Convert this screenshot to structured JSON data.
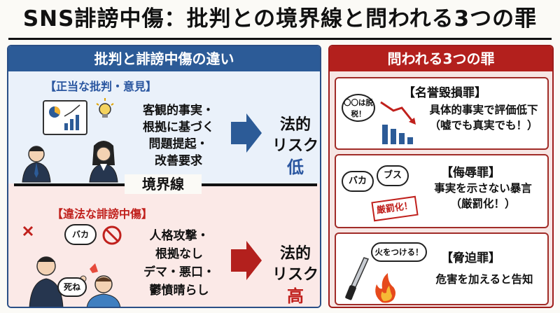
{
  "title": "SNS誹謗中傷：批判との境界線と問われる3つの罪",
  "left": {
    "header": "批判と誹謗中傷の違い",
    "upper": {
      "label": "【正当な批判・意見】",
      "items": [
        "客観的事実・",
        "根拠に基づく",
        "問題提起・",
        "改善要求"
      ],
      "risk_line1": "法的",
      "risk_line2": "リスク",
      "risk_level": "低"
    },
    "boundary": "境界線",
    "lower": {
      "label": "【違法な誹謗中傷】",
      "items": [
        "人格攻撃・",
        "根拠なし",
        "デマ・悪口・",
        "鬱憤晴らし"
      ],
      "risk_line1": "法的",
      "risk_line2": "リスク",
      "risk_level": "高",
      "bubble_baka": "バカ",
      "bubble_shine": "死ね"
    }
  },
  "right": {
    "header": "問われる3つの罪",
    "crimes": [
      {
        "title": "【名誉毀損罪】",
        "desc1": "具体的事実で評価低下",
        "desc2": "（嘘でも真実でも！）",
        "bubble": "〇〇は脱税！"
      },
      {
        "title": "【侮辱罪】",
        "desc1": "事実を示さない暴言",
        "desc2": "（厳罰化！）",
        "bubble1": "バカ",
        "bubble2": "ブス",
        "stamp": "厳罰化！"
      },
      {
        "title": "【脅迫罪】",
        "desc1": "危害を加えると告知",
        "bubble": "火をつける！"
      }
    ]
  },
  "colors": {
    "blue": "#2c5b97",
    "red": "#b3201d",
    "upper_bg": "#eaf1fa",
    "lower_bg": "#fbe9e7"
  },
  "icons": [
    "chart-board-icon",
    "lightbulb-icon",
    "businessman-icon",
    "businesswoman-icon",
    "arrow-right-icon",
    "angry-man-icon",
    "victim-icon",
    "no-symbol-icon",
    "declining-graph-icon",
    "knife-icon",
    "fire-icon"
  ]
}
